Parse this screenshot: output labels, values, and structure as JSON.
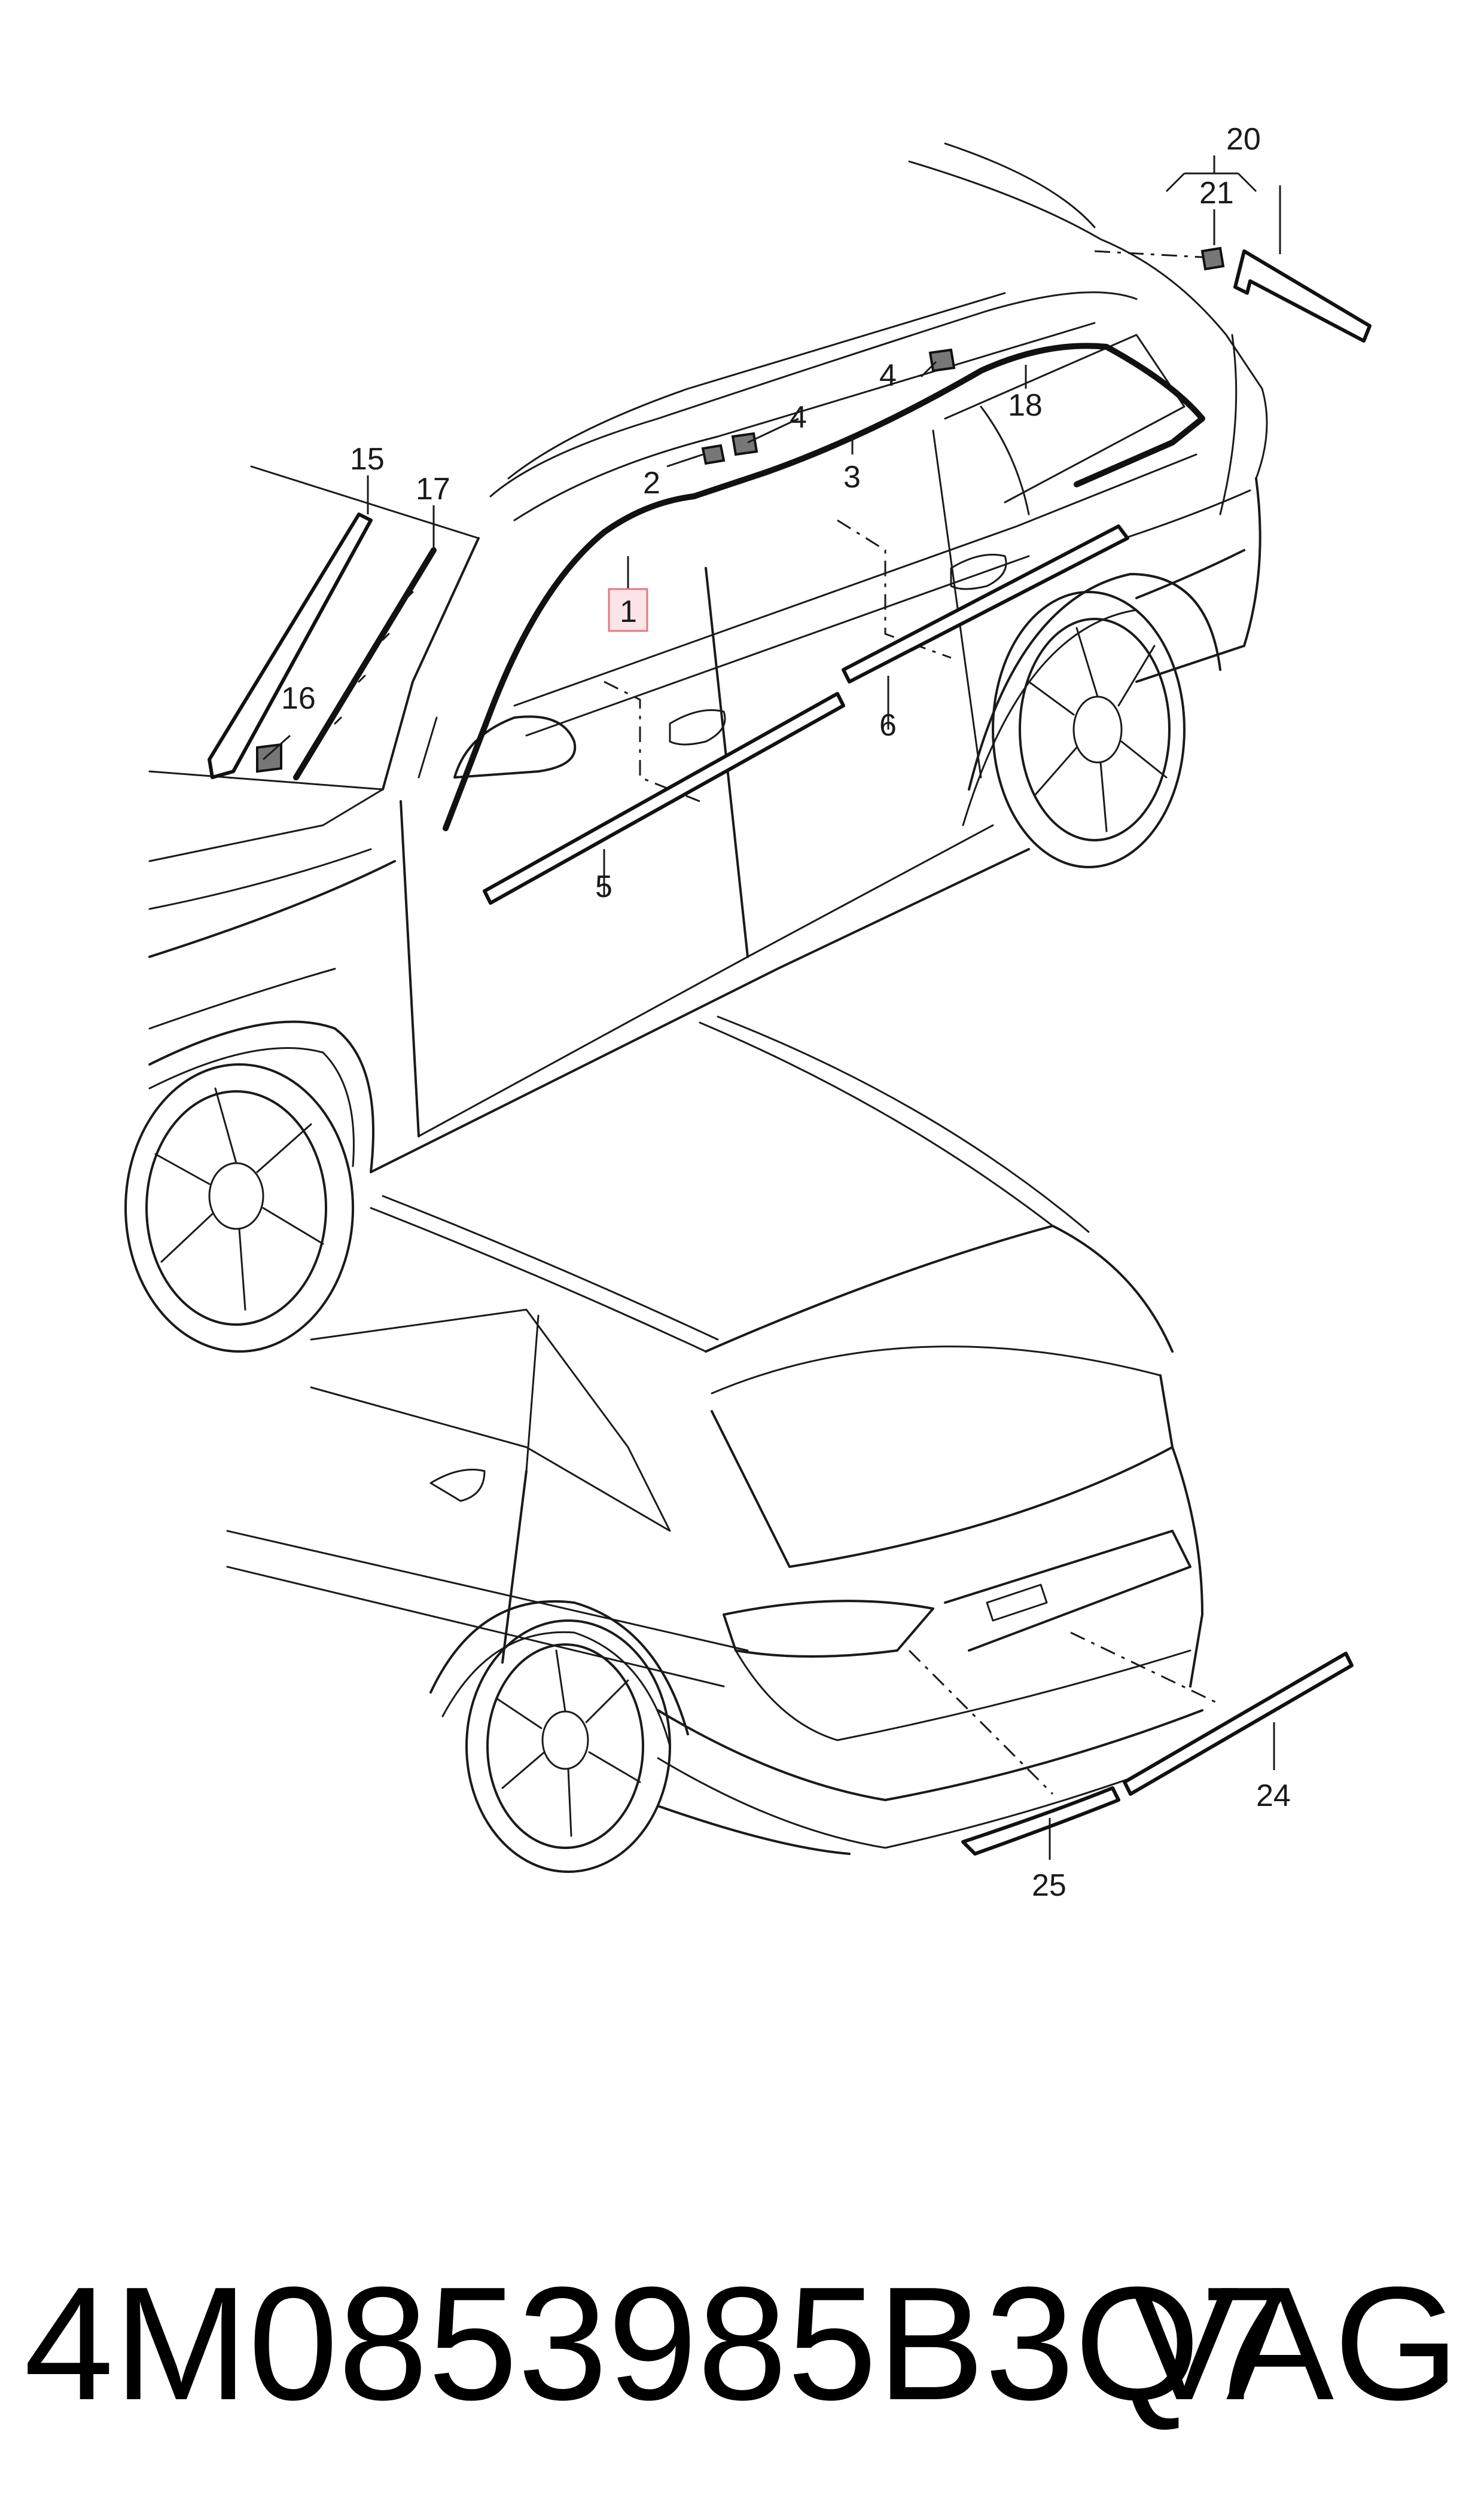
{
  "callouts": {
    "c1": "1",
    "c2": "2",
    "c3": "3",
    "c4a": "4",
    "c4b": "4",
    "c5": "5",
    "c6": "6",
    "c15": "15",
    "c16": "16",
    "c17": "17",
    "c18": "18",
    "c20": "20",
    "c21": "21",
    "c24": "24",
    "c25": "25"
  },
  "footer": {
    "part_number": "4M0853985B3Q7",
    "brand": "VAG"
  },
  "colors": {
    "line": "#1a1a1a",
    "highlight_fill": "#fde4e6",
    "highlight_stroke": "#e07a86"
  }
}
